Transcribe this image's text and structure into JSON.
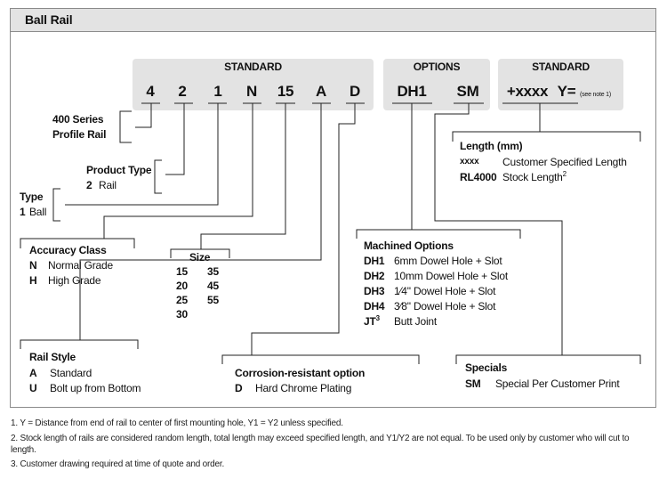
{
  "title": "Ball Rail",
  "headers": {
    "standard": "STANDARD",
    "options": "OPTIONS",
    "standard2": "STANDARD"
  },
  "code": {
    "series": "4",
    "product": "2",
    "type": "1",
    "accuracy": "N",
    "size": "15",
    "style": "A",
    "corrosion": "D",
    "machined": "DH1",
    "specials": "SM",
    "length": "+xxxx",
    "y": "Y=",
    "note": "(see note 1)"
  },
  "series_block": {
    "line1": "400 Series",
    "line2": "Profile Rail"
  },
  "product_type": {
    "title": "Product Type",
    "code": "2",
    "label": "Rail"
  },
  "type_block": {
    "title": "Type",
    "code": "1",
    "label": "Ball"
  },
  "accuracy": {
    "title": "Accuracy Class",
    "items": [
      {
        "code": "N",
        "label": "Normal Grade"
      },
      {
        "code": "H",
        "label": "High Grade"
      }
    ]
  },
  "size": {
    "title": "Size",
    "col1": [
      "15",
      "20",
      "25",
      "30"
    ],
    "col2": [
      "35",
      "45",
      "55"
    ]
  },
  "rail_style": {
    "title": "Rail Style",
    "items": [
      {
        "code": "A",
        "label": "Standard"
      },
      {
        "code": "U",
        "label": "Bolt up from Bottom"
      }
    ]
  },
  "corrosion": {
    "title": "Corrosion-resistant option",
    "code": "D",
    "label": "Hard Chrome Plating"
  },
  "machined": {
    "title": "Machined Options",
    "items": [
      {
        "code": "DH1",
        "label": "6mm Dowel Hole + Slot"
      },
      {
        "code": "DH2",
        "label": "10mm Dowel Hole + Slot"
      },
      {
        "code": "DH3",
        "label": "1⁄4\" Dowel Hole + Slot"
      },
      {
        "code": "DH4",
        "label": "3⁄8\" Dowel Hole + Slot"
      },
      {
        "code": "JT",
        "sup": "3",
        "label": "Butt Joint"
      }
    ]
  },
  "specials": {
    "title": "Specials",
    "code": "SM",
    "label": "Special Per Customer Print"
  },
  "length": {
    "title": "Length (mm)",
    "items": [
      {
        "code": "xxxx",
        "label": "Customer Specified Length"
      },
      {
        "code": "RL4000",
        "label": "Stock Length",
        "sup": "2"
      }
    ]
  },
  "footnotes": [
    "1. Y = Distance from end of rail to center of first mounting hole, Y1 = Y2 unless specified.",
    "2. Stock length of rails are considered random length, total length may exceed specified length, and Y1/Y2 are not equal.  To be used only by customer who will cut to length.",
    "3. Customer drawing required at time of quote and order."
  ]
}
